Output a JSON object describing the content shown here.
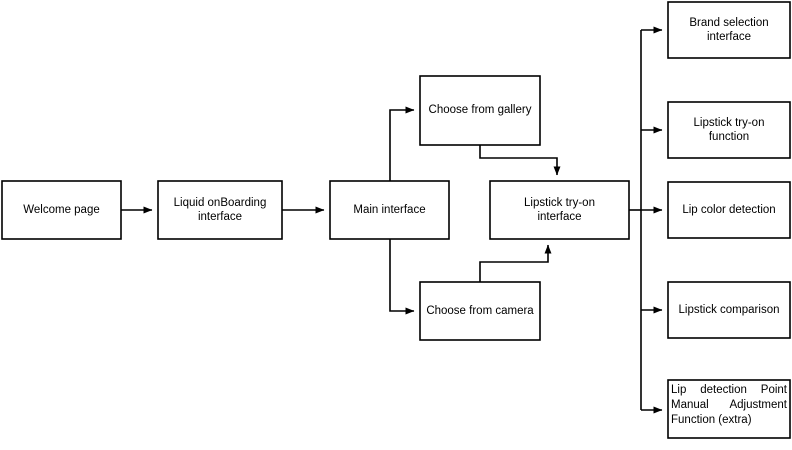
{
  "diagram": {
    "type": "flowchart",
    "title": "Lipstick try-on app navigation flow",
    "orientation": "left-to-right",
    "background_color": "#ffffff",
    "stroke_color": "#000000",
    "node_fill_color": "#ffffff"
  },
  "nodes": {
    "welcome": {
      "label": "Welcome page",
      "lines": [
        "Welcome page"
      ]
    },
    "onboarding": {
      "label": "Liquid onBoarding interface",
      "lines": [
        "Liquid onBoarding",
        "interface"
      ]
    },
    "main": {
      "label": "Main interface",
      "lines": [
        "Main interface"
      ]
    },
    "gallery": {
      "label": "Choose from gallery",
      "lines": [
        "Choose from gallery"
      ]
    },
    "camera": {
      "label": "Choose from camera",
      "lines": [
        "Choose from camera"
      ]
    },
    "tryon_interface": {
      "label": "Lipstick try-on interface",
      "lines": [
        "Lipstick try-on",
        "interface"
      ]
    },
    "brand_selection": {
      "label": "Brand selection interface",
      "lines": [
        "Brand selection",
        "interface"
      ]
    },
    "tryon_function": {
      "label": "Lipstick try-on function",
      "lines": [
        "Lipstick try-on",
        "function"
      ]
    },
    "lip_color": {
      "label": "Lip color detection",
      "lines": [
        "Lip color detection"
      ]
    },
    "comparison": {
      "label": "Lipstick comparison",
      "lines": [
        "Lipstick comparison"
      ]
    },
    "manual_adjust": {
      "label": "Lip detection Point Manual Adjustment Function (extra)"
    }
  },
  "edges": [
    {
      "from": "welcome",
      "to": "onboarding"
    },
    {
      "from": "onboarding",
      "to": "main"
    },
    {
      "from": "main",
      "to": "gallery"
    },
    {
      "from": "main",
      "to": "camera"
    },
    {
      "from": "gallery",
      "to": "tryon_interface"
    },
    {
      "from": "camera",
      "to": "tryon_interface"
    },
    {
      "from": "tryon_interface",
      "to": "brand_selection"
    },
    {
      "from": "tryon_interface",
      "to": "tryon_function"
    },
    {
      "from": "tryon_interface",
      "to": "lip_color"
    },
    {
      "from": "tryon_interface",
      "to": "comparison"
    },
    {
      "from": "tryon_interface",
      "to": "manual_adjust"
    }
  ]
}
